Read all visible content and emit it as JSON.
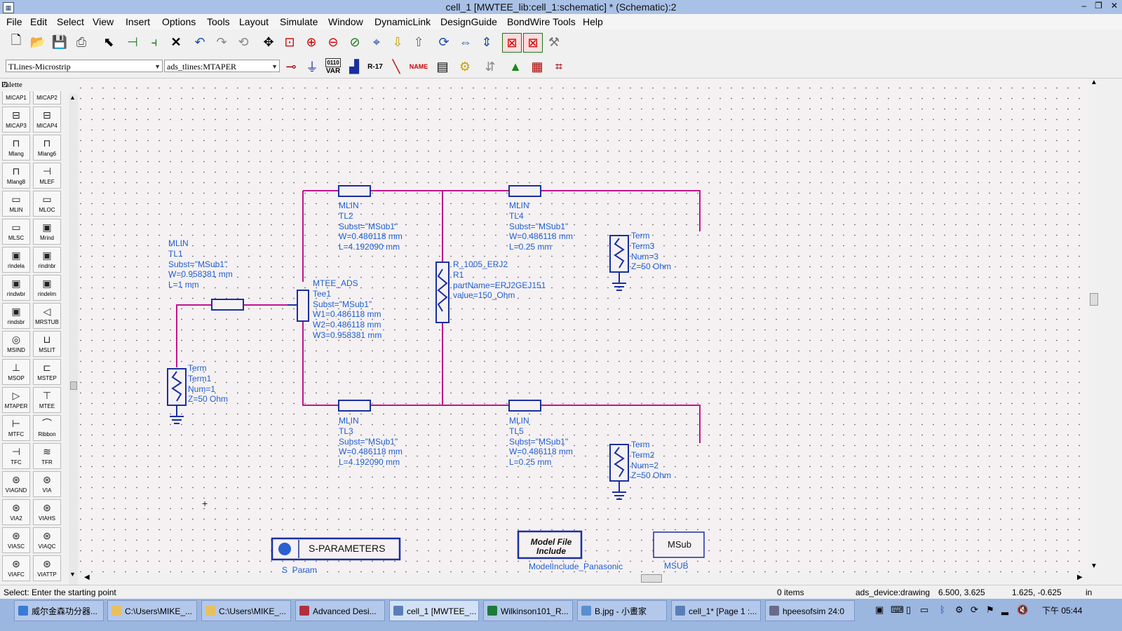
{
  "window": {
    "title": "cell_1 [MWTEE_lib:cell_1:schematic] * (Schematic):2",
    "controls": [
      "–",
      "❐",
      "✕"
    ]
  },
  "menu": [
    "File",
    "Edit",
    "Select",
    "View",
    "Insert",
    "Options",
    "Tools",
    "Layout",
    "Simulate",
    "Window",
    "DynamicLink",
    "DesignGuide",
    "BondWire Tools",
    "Help"
  ],
  "toolbar2": {
    "library": "TLines-Microstrip",
    "component": "ads_tlines:MTAPER",
    "var_label": "VAR",
    "var_top": "0110",
    "r_label": "R-17",
    "name_label": "NAME"
  },
  "palette": {
    "title": "Palette",
    "items": [
      "MICAP1",
      "MICAP2",
      "MICAP3",
      "MICAP4",
      "Mlang",
      "Mlang6",
      "Mlang8",
      "MLEF",
      "MLIN",
      "MLOC",
      "MLSC",
      "Mrind",
      "rindela",
      "rindnbr",
      "rindwbr",
      "rindelm",
      "rindsbr",
      "MRSTUB",
      "MSIND",
      "MSLIT",
      "MSOP",
      "MSTEP",
      "MTAPER",
      "MTEE",
      "MTFC",
      "Ribbon",
      "TFC",
      "TFR",
      "VIAGND",
      "VIA",
      "VIA2",
      "VIAHS",
      "VIASC",
      "VIAQC",
      "VIAFC",
      "VIATTP"
    ]
  },
  "schematic": {
    "tl1": [
      "MLIN",
      "TL1",
      "Subst=\"MSub1\"",
      "W=0.958381 mm",
      "L=1 mm"
    ],
    "tl2": [
      "MLIN",
      "TL2",
      "Subst=\"MSub1\"",
      "W=0.486118 mm",
      "L=4.192090 mm"
    ],
    "tl3": [
      "MLIN",
      "TL3",
      "Subst=\"MSub1\"",
      "W=0.486118 mm",
      "L=4.192090 mm"
    ],
    "tl4": [
      "MLIN",
      "TL4",
      "Subst=\"MSub1\"",
      "W=0.486118 mm",
      "L=0.25 mm"
    ],
    "tl5": [
      "MLIN",
      "TL5",
      "Subst=\"MSub1\"",
      "W=0.486118 mm",
      "L=0.25 mm"
    ],
    "tee1": [
      "MTEE_ADS",
      "Tee1",
      "Subst=\"MSub1\"",
      "W1=0.486118 mm",
      "W2=0.486118 mm",
      "W3=0.958381 mm"
    ],
    "r1": [
      "R_1005_ERJ2",
      "R1",
      "partName=ERJ2GEJ151",
      "value=150_Ohm"
    ],
    "term1": [
      "Term",
      "Term1",
      "Num=1",
      "Z=50 Ohm"
    ],
    "term2": [
      "Term",
      "Term2",
      "Num=2",
      "Z=50 Ohm"
    ],
    "term3": [
      "Term",
      "Term3",
      "Num=3",
      "Z=50 Ohm"
    ],
    "sparam": {
      "box": "S-PARAMETERS",
      "label": "S_Param"
    },
    "model": {
      "box_line1": "Model File",
      "box_line2": "Include",
      "label": "ModelInclude_Panasonic"
    },
    "msub": {
      "box": "MSub",
      "label": "MSUB"
    }
  },
  "status": {
    "hint": "Select: Enter the starting point",
    "items": "0 items",
    "layer": "ads_device:drawing",
    "coord1": "6.500, 3.625",
    "coord2": "1.625, -0.625",
    "unit": "in"
  },
  "taskbar": {
    "tasks": [
      "威尔金森功分器...",
      "C:\\Users\\MIKE_...",
      "C:\\Users\\MIKE_...",
      "Advanced Desi...",
      "cell_1 [MWTEE_...",
      "Wilkinson101_R...",
      "B.jpg - 小畫家",
      "cell_1* [Page 1 :...",
      "hpeesofsim 24:0"
    ],
    "clock": "下午 05:44"
  },
  "colors": {
    "wire": "#c0148c",
    "component": "#1a2fa0",
    "label_blue": "#1f5fd0"
  }
}
